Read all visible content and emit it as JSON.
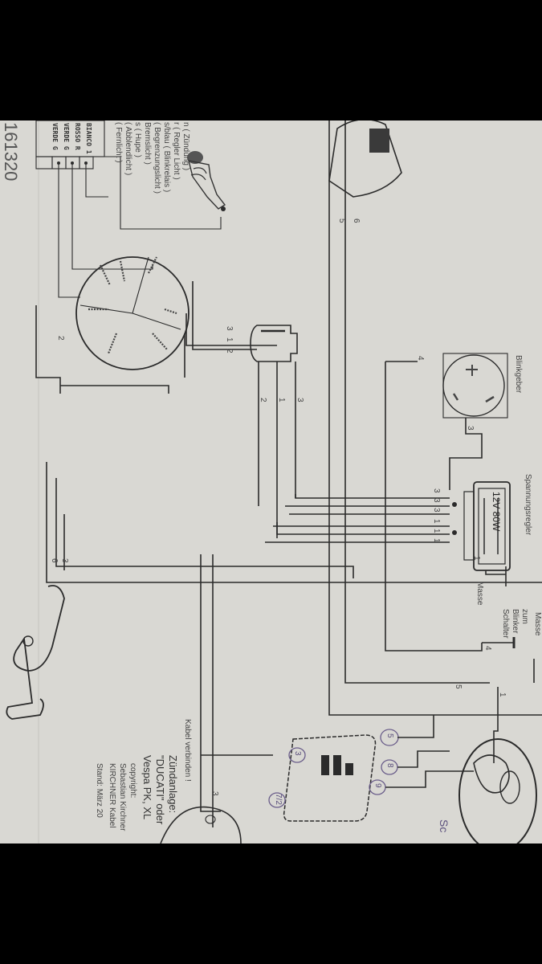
{
  "document": {
    "title_block": {
      "heading": "Zündanlage:",
      "line2": "\"DUCATI\" oder",
      "line3": "Vespa PK, XL",
      "copyright_label": "copyright:",
      "author": "Sebastian Kirchner",
      "company": "KIRCHNER Kabel",
      "date": "Stand: März 20"
    },
    "part_number": "161320",
    "legend": [
      "n ( Zündung )",
      "r ( Regler Licht )",
      "s/blau ( Blinkrelais )",
      "( Begrenzungslicht )",
      "Bremslicht )",
      "s ( Hupe )",
      "( Abblendlicht )",
      "( Fernlicht )"
    ],
    "components": {
      "flasher": "Blinkgeber",
      "regulator": "Spannungsregler",
      "regulator_rating": "12V 80W",
      "ground": "Masse",
      "ground_top": "Masse",
      "to_turn_switch_1": "zum",
      "to_turn_switch_2": "Blinker",
      "to_turn_switch_3": "Schalter",
      "connect_cable": "Kabel verbinden !",
      "partial_sc": "Sc",
      "cdi_rows": [
        "BIANCO 1",
        "ROSSO R",
        "VERDE G",
        "VERDE G"
      ]
    },
    "wire_numbers": {
      "stator_connector": [
        "3",
        "1",
        "2"
      ],
      "stator_left": "2",
      "harness_mid": [
        "3",
        "1",
        "2"
      ],
      "regulator_in": [
        "3",
        "3",
        "3",
        "1",
        "1",
        "1"
      ],
      "regulator_out": "1",
      "flasher_in": "4",
      "flasher_out": "3",
      "tail": [
        "6",
        "5"
      ],
      "brake_switch": [
        "3",
        "6"
      ],
      "turn_switch": "4",
      "main_5": "5",
      "main_1": "1",
      "kabel_3": "3",
      "switch_circles": [
        "3",
        "5",
        "8",
        "9",
        "7/2"
      ]
    },
    "colors": {
      "paper": "#d9d8d3",
      "ink": "#2b2b2b",
      "circle_ink": "#6a5d8a",
      "frame": "#000000"
    }
  }
}
